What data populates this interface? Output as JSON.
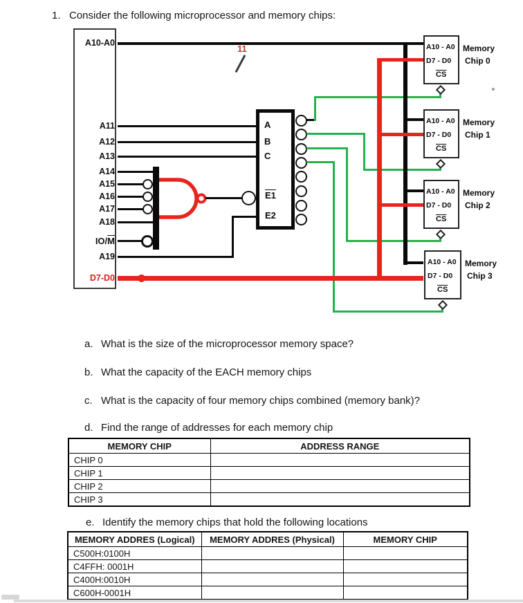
{
  "title": {
    "number": "1.",
    "text": "Consider the following microprocessor and memory chips:"
  },
  "diagram": {
    "bus_width_label": "11",
    "cpu_pins": {
      "a10_a0": "A10-A0",
      "a11": "A11",
      "a12": "A12",
      "a13": "A13",
      "a14": "A14",
      "a15": "A15",
      "a16": "A16",
      "a17": "A17",
      "a18": "A18",
      "io_m_base": "IO/",
      "io_m_over": "M",
      "a19": "A19",
      "d7_d0": "D7-D0"
    },
    "decoder_pins": {
      "a": "A",
      "b": "B",
      "c": "C",
      "e1": "E1",
      "e2": "E2"
    },
    "chip_pins": {
      "addr": "A10 - A0",
      "data": "D7 - D0",
      "cs": "CS"
    },
    "chips": [
      {
        "name_line1": "Memory",
        "name_line2": "Chip 0"
      },
      {
        "name_line1": "Memory",
        "name_line2": "Chip 1"
      },
      {
        "name_line1": "Memory",
        "name_line2": "Chip 2"
      },
      {
        "name_line1": "Memory",
        "name_line2": "Chip 3"
      }
    ],
    "colors": {
      "data_bus_red": "#e8251d",
      "chip_select_green": "#25b14b",
      "address_bus_black": "#0a0a0a"
    }
  },
  "questions": {
    "a": {
      "label": "a.",
      "text": "What is the size of the microprocessor memory space?"
    },
    "b": {
      "label": "b.",
      "text": "What the capacity of the EACH memory chips"
    },
    "c": {
      "label": "c.",
      "text": "What is the capacity of four memory chips combined (memory bank)?"
    },
    "d": {
      "label": "d.",
      "text": "Find the range of addresses for each memory chip"
    },
    "e": {
      "label": "e.",
      "text": "Identify the memory chips that hold the following locations"
    }
  },
  "table_d": {
    "headers": [
      "MEMORY CHIP",
      "ADDRESS RANGE"
    ],
    "rows": [
      [
        "CHIP 0",
        ""
      ],
      [
        "CHIP 1",
        ""
      ],
      [
        "CHIP 2",
        ""
      ],
      [
        "CHIP 3",
        ""
      ]
    ]
  },
  "table_e": {
    "headers": [
      "MEMORY ADDRES (Logical)",
      "MEMORY ADDRES (Physical)",
      "MEMORY CHIP"
    ],
    "rows": [
      [
        "C500H:0100H",
        "",
        ""
      ],
      [
        "C4FFH: 0001H",
        "",
        ""
      ],
      [
        "C400H:0010H",
        "",
        ""
      ],
      [
        "C600H-0001H",
        "",
        ""
      ]
    ]
  }
}
